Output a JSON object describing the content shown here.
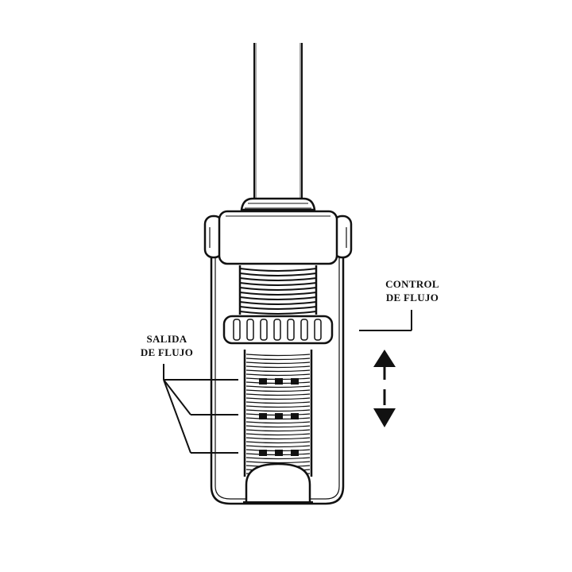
{
  "labels": {
    "outlet": {
      "line1": "SALIDA",
      "line2": "DE FLUJO"
    },
    "control": {
      "line1": "CONTROL",
      "line2": "DE FLUJO"
    }
  },
  "colors": {
    "stroke": "#111111",
    "background": "#ffffff"
  },
  "icons": {
    "adjust_arrows": "double-headed-vertical-arrow"
  }
}
